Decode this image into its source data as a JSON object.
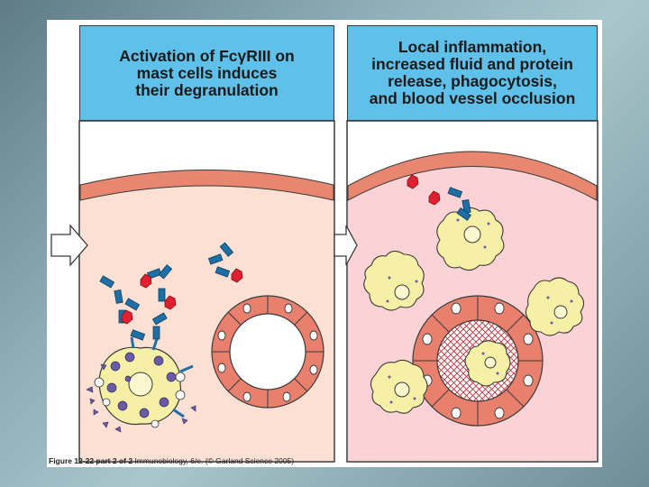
{
  "panels": {
    "left_title": "Activation of FcγRIII on\nmast cells induces\ntheir degranulation",
    "right_title": "Local inflammation,\nincreased fluid and protein\nrelease, phagocytosis,\nand blood vessel occlusion"
  },
  "caption": {
    "figure": "Figure 12-22 part 2 of 2",
    "source": "Immunobiology, 6/e. (© Garland Science 2005)"
  },
  "colors": {
    "title_bg": "#5fc0ea",
    "tissue_left": "#fce0d4",
    "tissue_right": "#fbd3d6",
    "vessel_wall": "#e9806e",
    "antibody": "#1d6fa5",
    "antigen": "#e0202e",
    "cell_fill": "#f6f0a6"
  }
}
